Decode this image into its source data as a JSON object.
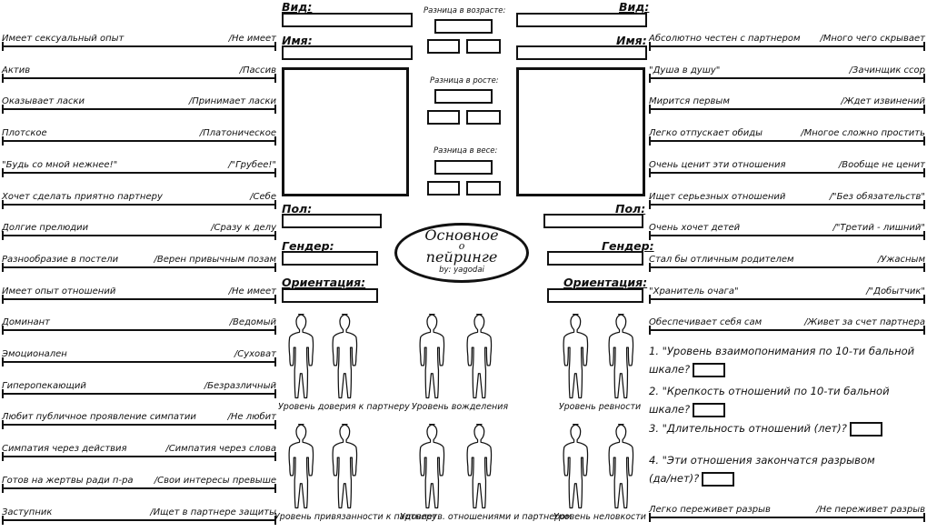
{
  "header": {
    "left": {
      "vid": "Вид:",
      "imya": "Имя:",
      "pol": "Пол:",
      "gender": "Гендер:",
      "orientation": "Ориентация:"
    },
    "right": {
      "vid": "Вид:",
      "imya": "Имя:",
      "pol": "Пол:",
      "gender": "Гендер:",
      "orientation": "Ориентация:"
    }
  },
  "center": {
    "age_diff": "Разница в возрасте:",
    "height_diff": "Разница в росте:",
    "weight_diff": "Разница в весе:",
    "title": "Основное о пейринге",
    "byline": "by: yagodai"
  },
  "left_scales": [
    {
      "left": "Имеет сексуальный опыт",
      "right": "/Не имеет"
    },
    {
      "left": "Актив",
      "right": "/Пассив"
    },
    {
      "left": "Оказывает ласки",
      "right": "/Принимает ласки"
    },
    {
      "left": "Плотское",
      "right": "/Платоническое"
    },
    {
      "left": "\"Будь со мной нежнее!\"",
      "right": "/\"Грубее!\""
    },
    {
      "left": "Хочет сделать приятно партнеру",
      "right": "/Себе"
    },
    {
      "left": "Долгие прелюдии",
      "right": "/Сразу к делу"
    },
    {
      "left": "Разнообразие в постели",
      "right": "/Верен привычным позам"
    },
    {
      "left": "Имеет опыт отношений",
      "right": "/Не имеет"
    },
    {
      "left": "Доминант",
      "right": "/Ведомый"
    },
    {
      "left": "Эмоционален",
      "right": "/Суховат"
    },
    {
      "left": "Гиперопекающий",
      "right": "/Безразличный"
    },
    {
      "left": "Любит публичное проявление симпатии",
      "right": "/Не любит"
    },
    {
      "left": "Симпатия через действия",
      "right": "/Симпатия через слова"
    },
    {
      "left": "Готов на жертвы ради п-ра",
      "right": "/Свои интересы превыше"
    },
    {
      "left": "Заступник",
      "right": "/Ищет в партнере защиты"
    }
  ],
  "right_scales": [
    {
      "left": "Абсолютно честен с партнером",
      "right": "/Много чего скрывает"
    },
    {
      "left": "\"Душа в душу\"",
      "right": "/Зачинщик ссор"
    },
    {
      "left": "Мирится первым",
      "right": "/Ждет извинений"
    },
    {
      "left": "Легко отпускает обиды",
      "right": "/Многое сложно простить"
    },
    {
      "left": "Очень ценит эти отношения",
      "right": "/Вообще не ценит"
    },
    {
      "left": "Ищет серьезных отношений",
      "right": "/\"Без обязательств\""
    },
    {
      "left": "Очень хочет детей",
      "right": "/\"Третий - лишний\""
    },
    {
      "left": "Стал бы отличным родителем",
      "right": "/Ужасным"
    },
    {
      "left": "\"Хранитель очага\"",
      "right": "/\"Добытчик\""
    },
    {
      "left": "Обеспечивает себя сам",
      "right": "/Живет за счет партнера"
    }
  ],
  "right_bottom_scale": {
    "left": "Легко переживет разрыв",
    "right": "/Не переживет разрыв"
  },
  "questions": [
    {
      "text_a": "1. \"Уровень взаимопонимания по 10-ти бальной",
      "text_b": "шкале?"
    },
    {
      "text_a": "2. \"Крепкость отношений по 10-ти бальной",
      "text_b": "шкале?"
    },
    {
      "text_a": "3. \"Длительность отношений (лет)?",
      "text_b": ""
    },
    {
      "text_a": "4. \"Эти отношения закончатся разрывом",
      "text_b": "(да/нет)?"
    }
  ],
  "figure_captions": {
    "trust": "Уровень доверия к партнеру",
    "desire": "Уровень вожделения",
    "jealousy": "Уровень ревности",
    "attachment": "Уровень привязанности к партнеру",
    "satisfaction": "Удовлетв. отношениями и партнером",
    "awkwardness": "Уровень неловкости"
  }
}
